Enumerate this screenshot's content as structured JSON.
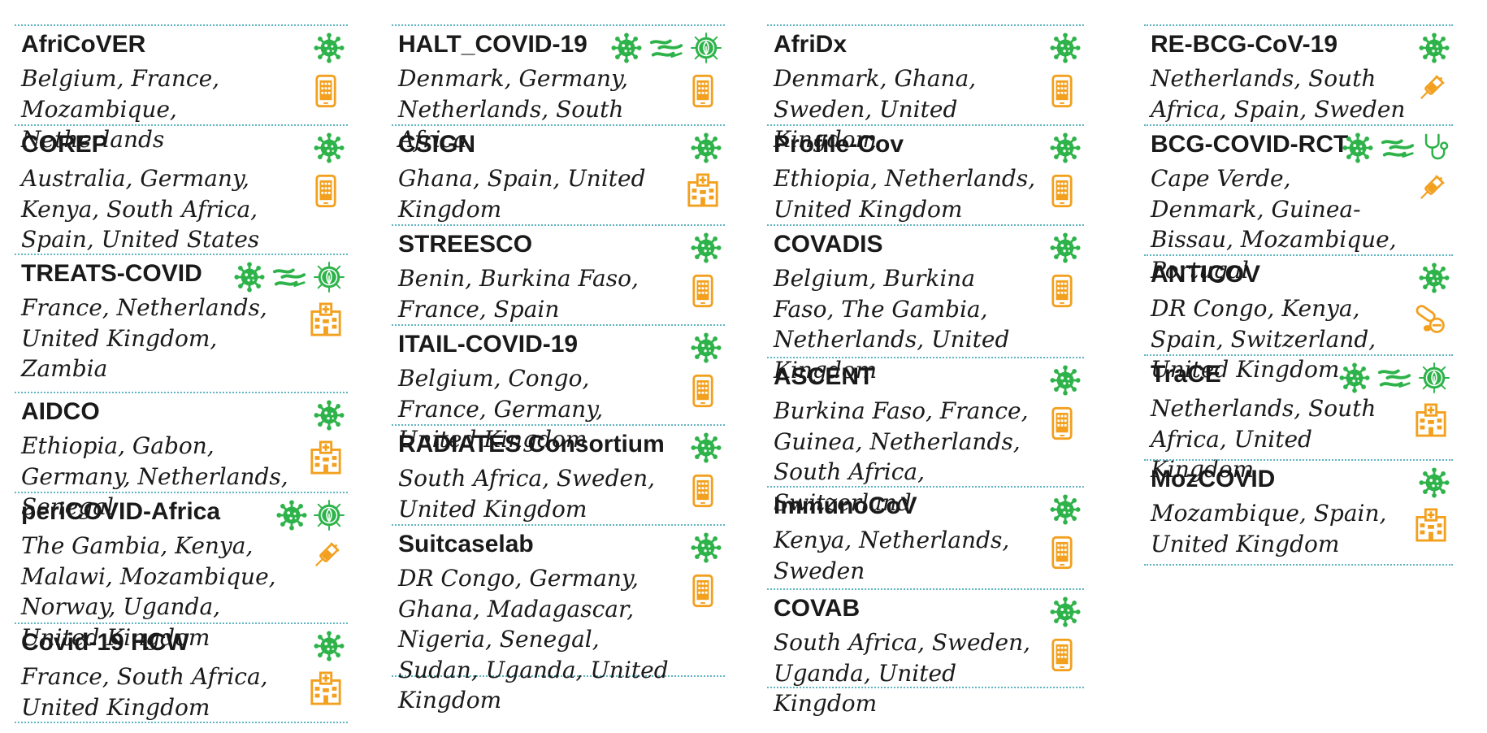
{
  "columns": [
    {
      "entries": [
        {
          "name": "AfriCoVER",
          "countries": "Belgium, France, Mozambique, Netherlands",
          "h": 123,
          "icons": [
            "virus",
            "phone"
          ]
        },
        {
          "name": "COREP",
          "countries": "Australia, Germany, Kenya, South Africa, Spain, United States",
          "h": 159,
          "icons": [
            "virus",
            "phone"
          ]
        },
        {
          "name": "TREATS-COVID",
          "countries": "France, Netherlands, United Kingdom, Zambia",
          "h": 170,
          "icons": [
            "virus",
            "bacteria",
            "antibody",
            "hospital"
          ]
        },
        {
          "name": "AIDCO",
          "countries": "Ethiopia, Gabon, Germany, Netherlands, Senegal",
          "h": 123,
          "icons": [
            "virus",
            "hospital"
          ]
        },
        {
          "name": "periCOVID-Africa",
          "countries": "The Gambia, Kenya, Malawi, Mozambique, Norway, Uganda, United Kingdom",
          "h": 161,
          "icons": [
            "virus",
            "antibody",
            "syringe"
          ]
        },
        {
          "name": "Covid-19 HCW",
          "countries": "France, South Africa, United Kingdom",
          "h": 124,
          "icons": [
            "virus",
            "hospital"
          ]
        }
      ]
    },
    {
      "entries": [
        {
          "name": "HALT_COVID-19",
          "countries": "Denmark, Germany, Netherlands, South Africa",
          "h": 123,
          "icons": [
            "virus",
            "bacteria",
            "antibody",
            "phone"
          ]
        },
        {
          "name": "CSIGN",
          "countries": "Ghana, Spain, United Kingdom",
          "h": 123,
          "icons": [
            "virus",
            "hospital"
          ]
        },
        {
          "name": "STREESCO",
          "countries": "Benin, Burkina Faso, France, Spain",
          "h": 123,
          "icons": [
            "virus",
            "phone"
          ]
        },
        {
          "name": "ITAIL-COVID-19",
          "countries": "Belgium, Congo, France, Germany, United Kingdom",
          "h": 123,
          "icons": [
            "virus",
            "phone"
          ]
        },
        {
          "name": "RADIATES Consortium",
          "countries": "South Africa, Sweden, United Kingdom",
          "h": 123,
          "icons": [
            "virus",
            "phone"
          ]
        },
        {
          "name": "Suitcaselab",
          "countries": "DR Congo, Germany, Ghana, Madagascar, Nigeria, Senegal, Sudan, Uganda, United Kingdom",
          "h": 188,
          "icons": [
            "virus",
            "phone"
          ]
        }
      ]
    },
    {
      "entries": [
        {
          "name": "AfriDx",
          "countries": "Denmark, Ghana, Sweden, United Kingdom",
          "h": 123,
          "icons": [
            "virus",
            "phone"
          ]
        },
        {
          "name": "Profile-Cov",
          "countries": "Ethiopia, Netherlands, United Kingdom",
          "h": 123,
          "icons": [
            "virus",
            "phone"
          ]
        },
        {
          "name": "COVADIS",
          "countries": "Belgium, Burkina Faso, The Gambia, Netherlands, United Kingdom",
          "h": 163,
          "icons": [
            "virus",
            "phone"
          ]
        },
        {
          "name": "ASCENT",
          "countries": "Burkina Faso, France, Guinea, Netherlands, South Africa, Switzerland",
          "h": 159,
          "icons": [
            "virus",
            "phone"
          ]
        },
        {
          "name": "ImmunoCoV",
          "countries": "Kenya, Netherlands, Sweden",
          "h": 126,
          "icons": [
            "virus",
            "phone"
          ]
        },
        {
          "name": "COVAB",
          "countries": "South Africa, Sweden, Uganda, United Kingdom",
          "h": 123,
          "icons": [
            "virus",
            "phone"
          ]
        }
      ]
    },
    {
      "entries": [
        {
          "name": "RE-BCG-CoV-19",
          "countries": "Netherlands, South Africa, Spain, Sweden",
          "h": 123,
          "icons": [
            "virus",
            "syringe"
          ]
        },
        {
          "name": "BCG-COVID-RCT",
          "countries": "Cape Verde, Denmark, Guinea-Bissau, Mozambique, Portugal",
          "h": 160,
          "icons": [
            "virus",
            "bacteria",
            "stethoscope",
            "syringe"
          ]
        },
        {
          "name": "ANTICOV",
          "countries": "DR Congo, Kenya, Spain, Switzerland, United Kingdom",
          "h": 123,
          "icons": [
            "virus",
            "pills"
          ]
        },
        {
          "name": "TraCE",
          "countries": "Netherlands, South Africa, United Kingdom",
          "h": 129,
          "icons": [
            "virus",
            "bacteria",
            "antibody",
            "hospital"
          ]
        },
        {
          "name": "MozCOVID",
          "countries": "Mozambique, Spain, United Kingdom",
          "h": 131,
          "icons": [
            "virus",
            "hospital"
          ]
        }
      ]
    }
  ]
}
